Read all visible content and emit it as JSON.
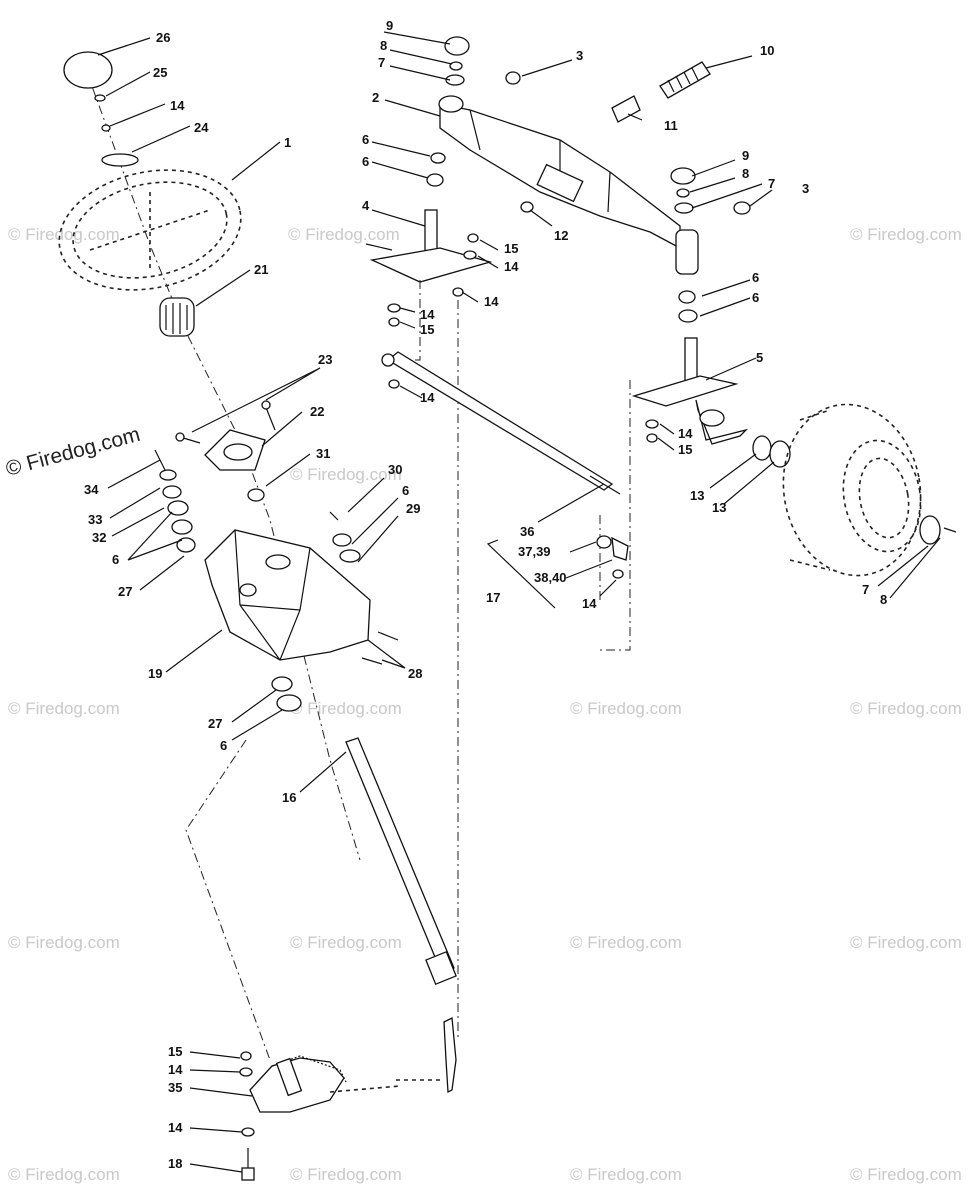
{
  "watermark": {
    "main": "© Firedog.com",
    "repeat": "© Firedog.com"
  },
  "callouts": {
    "c1": "1",
    "c2": "2",
    "c3a": "3",
    "c3b": "3",
    "c4": "4",
    "c5": "5",
    "c6a": "6",
    "c6b": "6",
    "c6c": "6",
    "c6d": "6",
    "c6e": "6",
    "c6f": "6",
    "c6g": "6",
    "c7a": "7",
    "c7b": "7",
    "c7c": "7",
    "c8a": "8",
    "c8b": "8",
    "c8c": "8",
    "c9a": "9",
    "c9b": "9",
    "c10": "10",
    "c11": "11",
    "c12": "12",
    "c13a": "13",
    "c13b": "13",
    "c14a": "14",
    "c14b": "14",
    "c14c": "14",
    "c14d": "14",
    "c14e": "14",
    "c14f": "14",
    "c14g": "14",
    "c14h": "14",
    "c14i": "14",
    "c15a": "15",
    "c15b": "15",
    "c15c": "15",
    "c15d": "15",
    "c16": "16",
    "c17": "17",
    "c18": "18",
    "c19": "19",
    "c21": "21",
    "c22": "22",
    "c23": "23",
    "c24": "24",
    "c25": "25",
    "c26": "26",
    "c27a": "27",
    "c27b": "27",
    "c28": "28",
    "c29": "29",
    "c30": "30",
    "c31": "31",
    "c32": "32",
    "c33": "33",
    "c34": "34",
    "c35": "35",
    "c36": "36",
    "c3739": "37,39",
    "c3840": "38,40"
  }
}
